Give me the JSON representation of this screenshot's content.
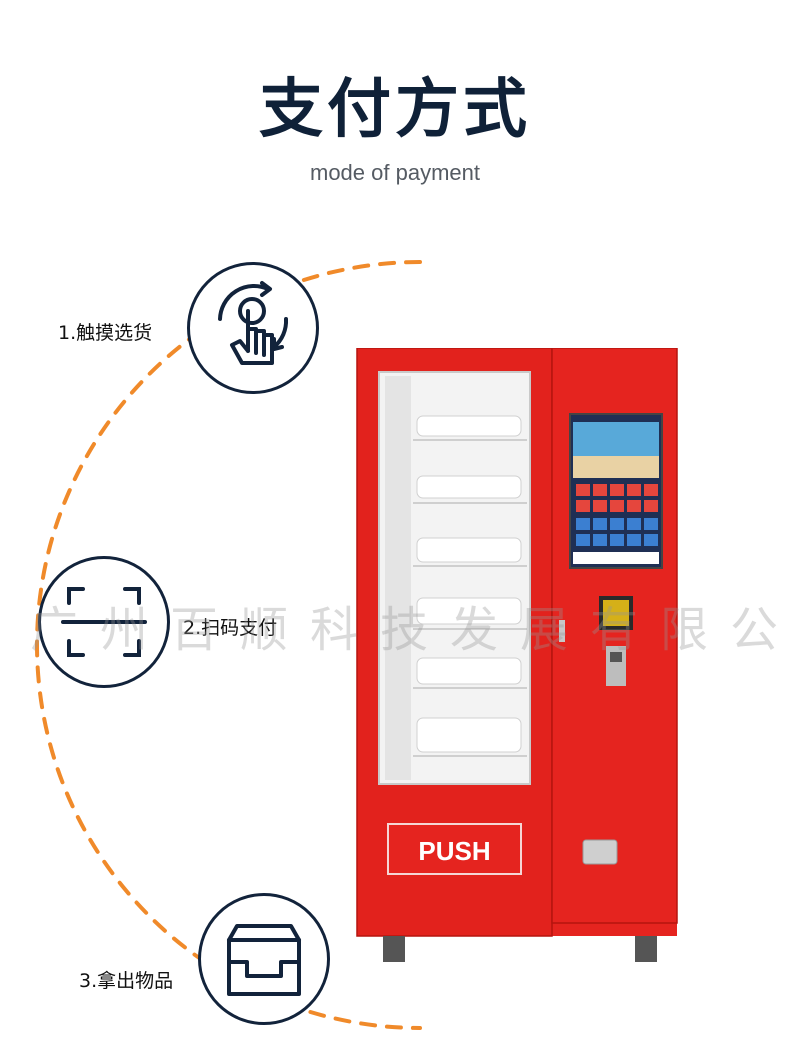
{
  "header": {
    "title": "支付方式",
    "subtitle": "mode of payment"
  },
  "steps": [
    {
      "label": "1.触摸选货",
      "icon": "touch-hand-icon"
    },
    {
      "label": "2.扫码支付",
      "icon": "scan-frame-icon"
    },
    {
      "label": "3.拿出物品",
      "icon": "pickup-tray-icon"
    }
  ],
  "machine": {
    "push_label": "PUSH",
    "body_color": "#e5241f",
    "accent_color": "#f08a2a",
    "dark_color": "#12233b"
  },
  "watermark": "广州百顺科技发展有限公司"
}
